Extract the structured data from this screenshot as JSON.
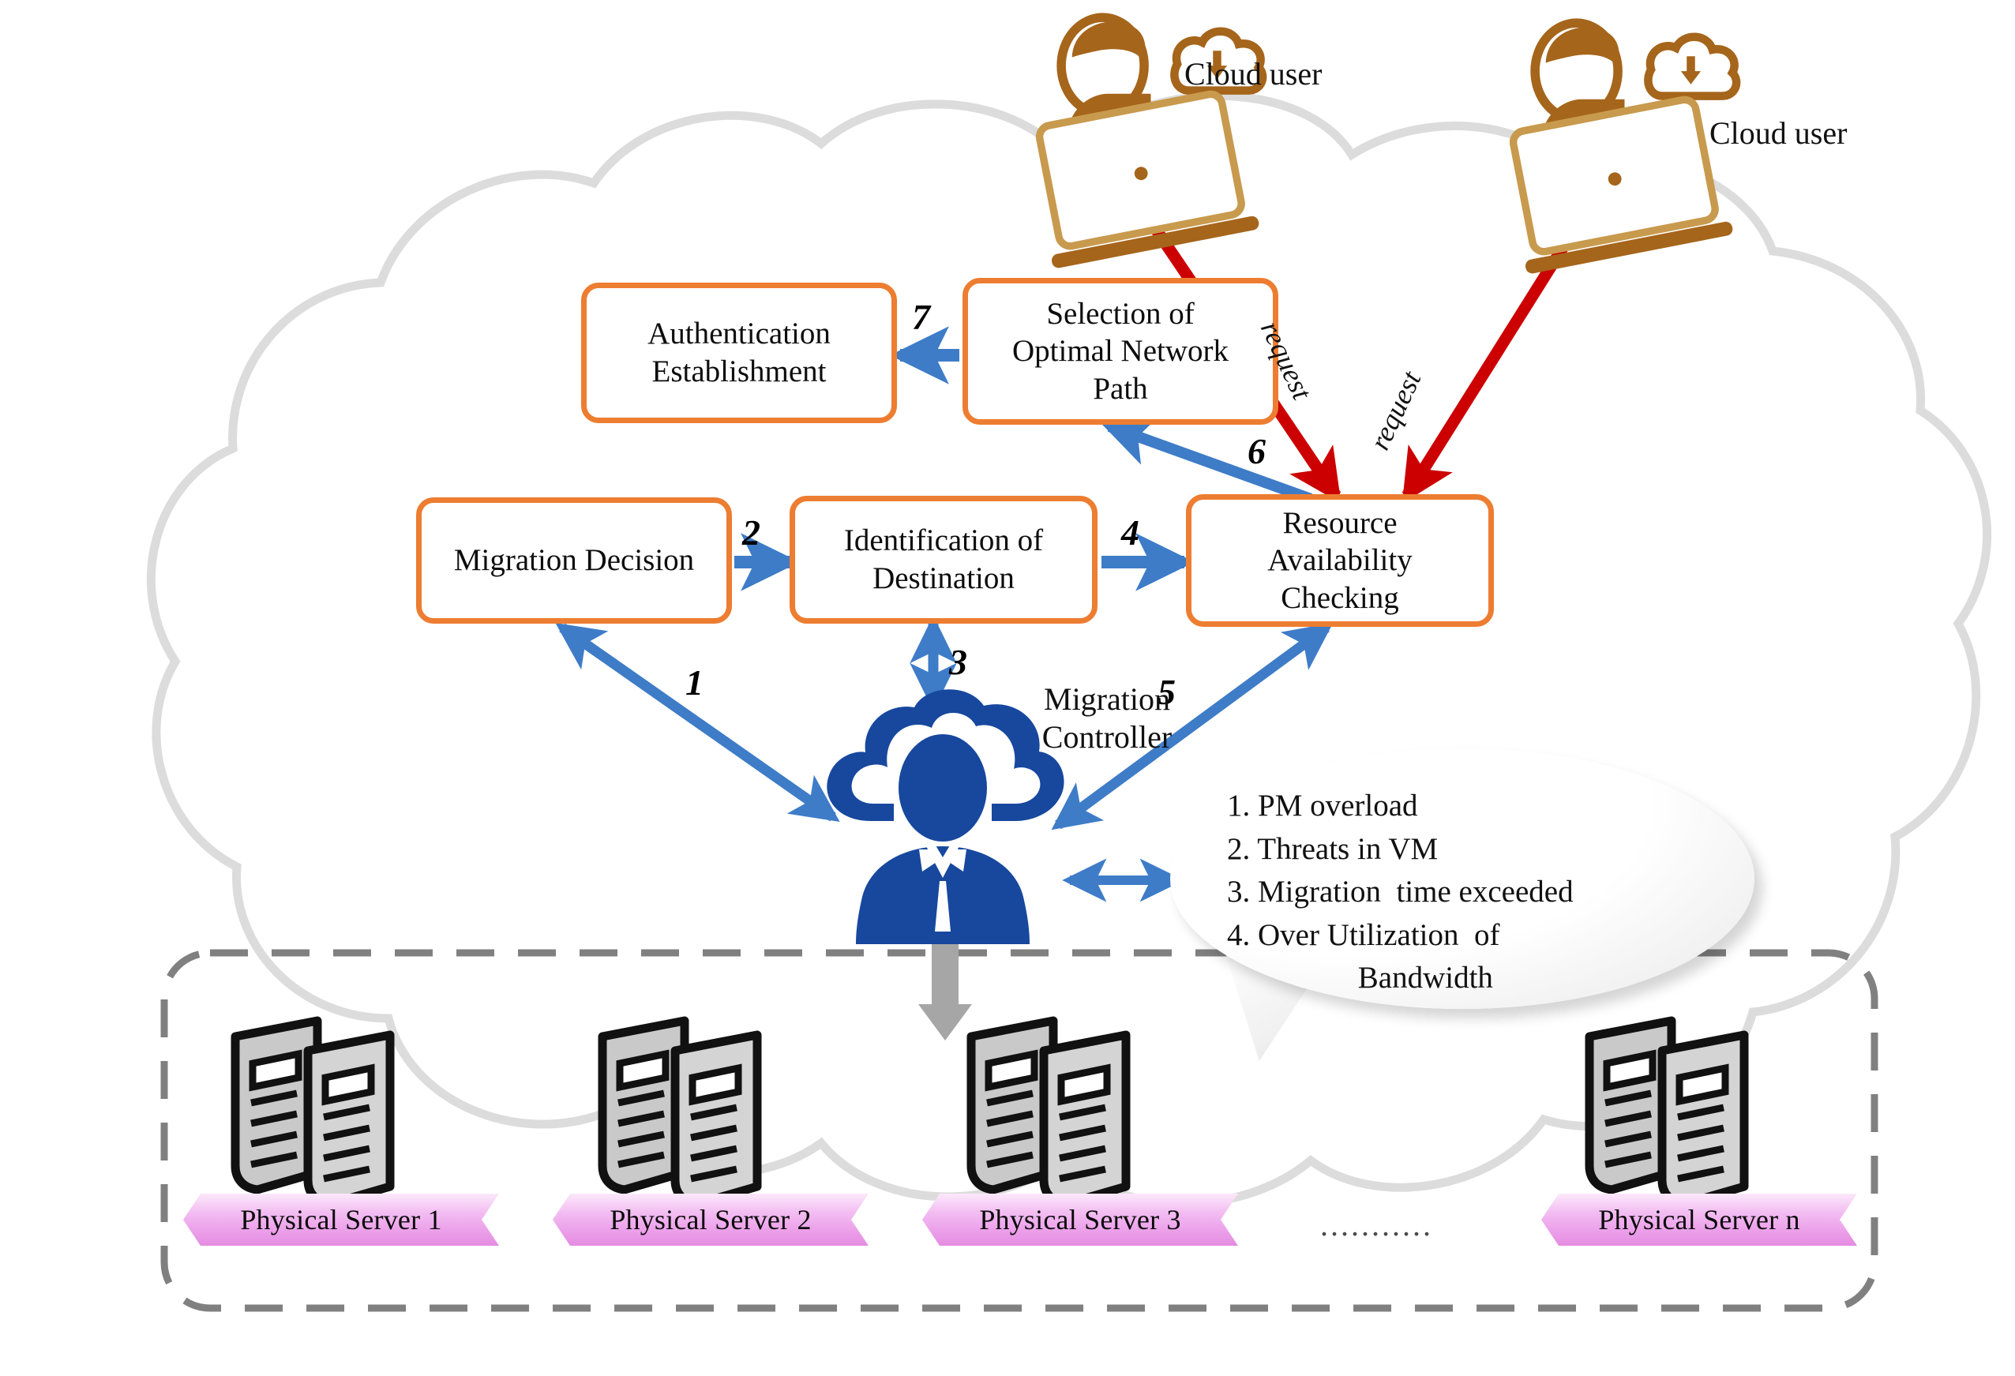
{
  "diagram": {
    "title": "Cloud VM Migration Architecture",
    "colors": {
      "box_border": "#ED7D31",
      "blue_arrow": "#3E7CC8",
      "red_arrow": "#CC0000",
      "grey_arrow": "#A6A6A6",
      "cloud_outline": "#DCDCDC",
      "server_label": "#EB9FE9",
      "user_icon": "#A5651B",
      "controller_icon": "#17489E",
      "server_body": "#C9C9C9",
      "boundary_dash": "#808080"
    }
  },
  "users": [
    {
      "label": "Cloud user",
      "icon": "cloud-user-icon"
    },
    {
      "label": "Cloud user",
      "icon": "cloud-user-icon"
    }
  ],
  "request_labels": [
    "request",
    "request"
  ],
  "process_boxes": [
    {
      "id": "authentication-establishment",
      "lines": [
        "Authentication",
        "Establishment"
      ]
    },
    {
      "id": "selection-of-optimal-network-path",
      "lines": [
        "Selection of",
        "Optimal Network",
        "Path"
      ]
    },
    {
      "id": "migration-decision",
      "lines": [
        "Migration Decision"
      ]
    },
    {
      "id": "identification-of-destination",
      "lines": [
        "Identification of",
        "Destination"
      ]
    },
    {
      "id": "resource-availability-checking",
      "lines": [
        "Resource",
        "Availability",
        "Checking"
      ]
    }
  ],
  "step_numbers": [
    "1",
    "2",
    "3",
    "4",
    "5",
    "6",
    "7"
  ],
  "controller": {
    "label_lines": [
      "Migration",
      "Controller"
    ],
    "icon": "cloud-person-icon"
  },
  "callout": {
    "items": [
      "1. PM overload",
      "2. Threats in VM",
      "3. Migration  time exceeded",
      "4. Over Utilization  of",
      "                 Bandwidth"
    ]
  },
  "servers": [
    {
      "label": "Physical Server 1",
      "icon": "server-stack-icon"
    },
    {
      "label": "Physical Server 2",
      "icon": "server-stack-icon"
    },
    {
      "label": "Physical Server 3",
      "icon": "server-stack-icon"
    },
    {
      "label": "Physical Server n",
      "icon": "server-stack-icon"
    }
  ],
  "servers_ellipsis": "..........."
}
